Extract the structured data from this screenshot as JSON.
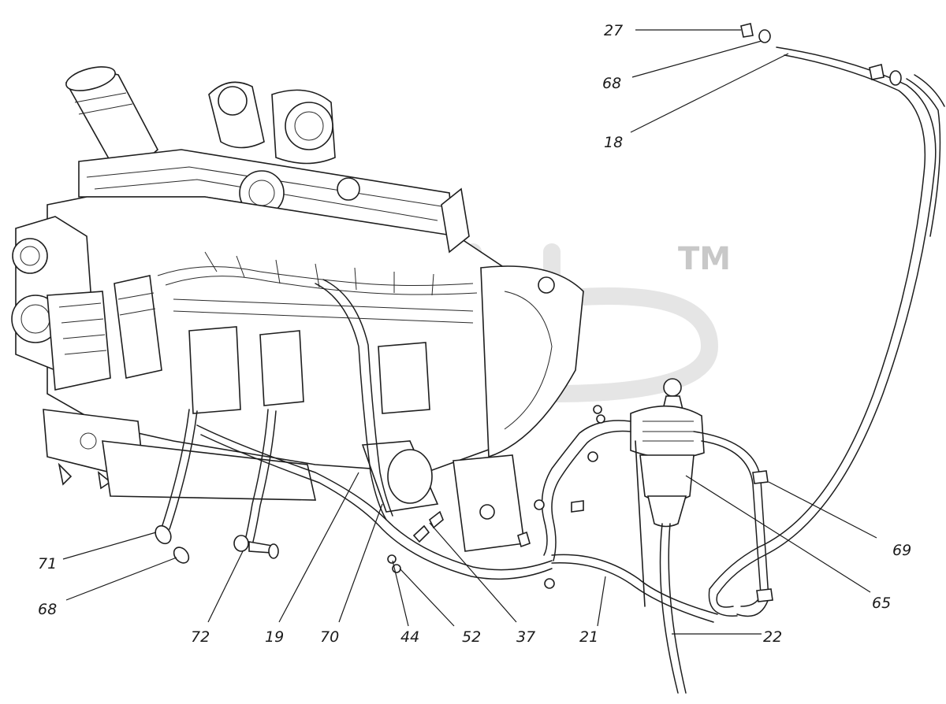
{
  "watermark": {
    "mark": "TM"
  },
  "callouts": [
    {
      "id": "c27a",
      "label": "27"
    },
    {
      "id": "c68a",
      "label": "68"
    },
    {
      "id": "c18",
      "label": "18"
    },
    {
      "id": "c69",
      "label": "69"
    },
    {
      "id": "c65",
      "label": "65"
    },
    {
      "id": "c22",
      "label": "22"
    },
    {
      "id": "c21",
      "label": "21"
    },
    {
      "id": "c37",
      "label": "37"
    },
    {
      "id": "c52",
      "label": "52"
    },
    {
      "id": "c44",
      "label": "44"
    },
    {
      "id": "c70",
      "label": "70"
    },
    {
      "id": "c19",
      "label": "19"
    },
    {
      "id": "c72",
      "label": "72"
    },
    {
      "id": "c71",
      "label": "71"
    },
    {
      "id": "c68b",
      "label": "68"
    }
  ]
}
